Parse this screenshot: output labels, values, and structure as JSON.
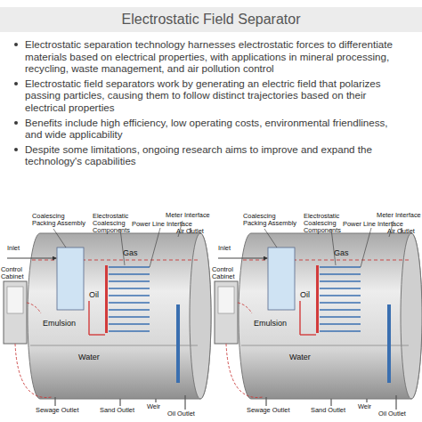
{
  "diagram": {
    "title": "Electrostatic Field Separator",
    "labels": [
      "Electrostatic separation technology harnesses electrostatic forces to differentiate materials based on electrical properties, with applications in mineral processing, recycling, waste management, and air pollution control",
      "Electrostatic field separators work by generating an electric field that polarizes passing particles, causing them to follow distinct trajectories based on their electrical properties",
      "Benefits include high efficiency, low operating costs, environmental friendliness, and wide applicability",
      "Despite some limitations, ongoing research aims to improve and expand the technology's capabilities",
      "Coalescing Packing Assembly",
      "Electrostatic Coalescing Components",
      "Power Line Interface",
      "Meter Interface",
      "Air Outlet",
      "Inlet",
      "Control Cabinet",
      "Gas",
      "Oil",
      "Emulsion",
      "Water",
      "Sewage Outlet",
      "Sand Outlet",
      "Weir",
      "Oil Outlet",
      "Coalescing Packing Assembly",
      "Electrostatic Coalescing Components",
      "Power Line Interface",
      "Meter Interface",
      "Air Outlet",
      "Inlet",
      "Control Cabinet",
      "Gas",
      "Oil",
      "Emulsion",
      "Water",
      "Sewage Outlet",
      "Sand Outlet",
      "Weir",
      "Oil Outlet"
    ]
  }
}
